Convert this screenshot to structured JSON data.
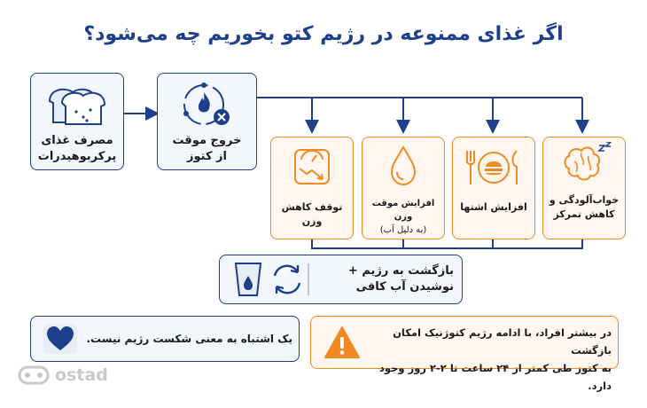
{
  "title": "اگر غذای ممنوعه در رژیم کتو بخوریم چه می‌شود؟",
  "nodes": {
    "carb": {
      "line1": "مصرف غذای",
      "line2": "پرکربوهیدرات",
      "icon": "bread-icon"
    },
    "exit": {
      "line1": "خروج موقت",
      "line2": "از کتوز",
      "icon": "ketone-exit-icon"
    },
    "sleep": {
      "line1": "خواب‌آلودگی و",
      "line2": "کاهش تمرکز",
      "icon": "brain-sleep-icon"
    },
    "appetite": {
      "line1": "افزایش اشتها",
      "icon": "plate-burger-icon"
    },
    "water": {
      "line1": "افزایش موقت وزن",
      "line2": "(به دلیل آب)",
      "icon": "water-drop-icon"
    },
    "stop": {
      "line1": "توقف کاهش وزن",
      "icon": "scale-down-icon"
    },
    "return": {
      "line1": "بازگشت به رژیم +",
      "line2": "نوشیدن آب کافی",
      "icon": "water-glass-cycle-icon"
    }
  },
  "notes": {
    "warning": {
      "line1": "در بیشتر افراد، با ادامه رژیم کتوژنیک امکان بازگشت",
      "line2": "به کتوز طی کمتر از ۲۴ ساعت تا ۲-۲ روز وجود دارد.",
      "icon": "warning-icon"
    },
    "heart": {
      "line1": "یک اشتباه به معنی شکست رژیم نیست.",
      "icon": "heart-icon"
    }
  },
  "brand": {
    "name": "ostad",
    "icon": "ostad-logo-icon"
  },
  "colors": {
    "blue": "#1d3f8c",
    "orange": "#f08a24",
    "blueFill": "#f3f6fb",
    "orangeFill": "#fff7ef"
  }
}
